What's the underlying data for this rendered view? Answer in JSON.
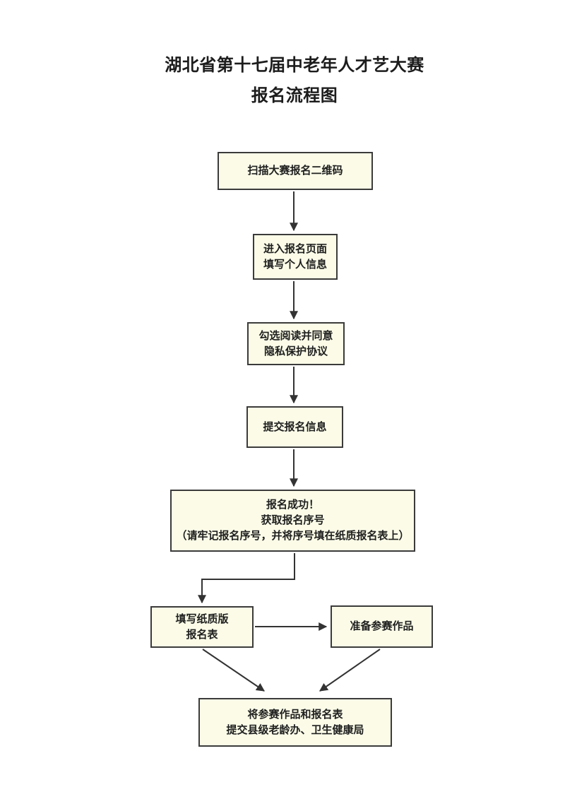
{
  "title": {
    "line1": "湖北省第十七届中老年人才艺大赛",
    "line2": "报名流程图"
  },
  "flowchart": {
    "nodes": [
      {
        "id": "scan-qr-code",
        "lines": [
          "扫描大赛报名二维码"
        ]
      },
      {
        "id": "enter-registration-page",
        "lines": [
          "进入报名页面",
          "填写个人信息"
        ]
      },
      {
        "id": "agree-privacy-policy",
        "lines": [
          "勾选阅读并同意",
          "隐私保护协议"
        ]
      },
      {
        "id": "submit-registration-info",
        "lines": [
          "提交报名信息"
        ]
      },
      {
        "id": "registration-success",
        "lines": [
          "报名成功！",
          "获取报名序号",
          "（请牢记报名序号，并将序号填在纸质报名表上）"
        ]
      },
      {
        "id": "fill-paper-form",
        "lines": [
          "填写纸质版",
          "报名表"
        ]
      },
      {
        "id": "prepare-entry-works",
        "lines": [
          "准备参赛作品"
        ]
      },
      {
        "id": "submit-to-authorities",
        "lines": [
          "将参赛作品和报名表",
          "提交县级老龄办、卫生健康局"
        ]
      }
    ],
    "edges": [
      {
        "from": "scan-qr-code",
        "to": "enter-registration-page"
      },
      {
        "from": "enter-registration-page",
        "to": "agree-privacy-policy"
      },
      {
        "from": "agree-privacy-policy",
        "to": "submit-registration-info"
      },
      {
        "from": "submit-registration-info",
        "to": "registration-success"
      },
      {
        "from": "registration-success",
        "to": "fill-paper-form"
      },
      {
        "from": "fill-paper-form",
        "to": "prepare-entry-works"
      },
      {
        "from": "fill-paper-form",
        "to": "submit-to-authorities"
      },
      {
        "from": "prepare-entry-works",
        "to": "submit-to-authorities"
      }
    ],
    "colors": {
      "node_fill": "#fbfbe8",
      "node_border": "#3b3b3b",
      "arrow": "#333333",
      "text": "#1f1f1f",
      "page_background": "#ffffff"
    }
  }
}
